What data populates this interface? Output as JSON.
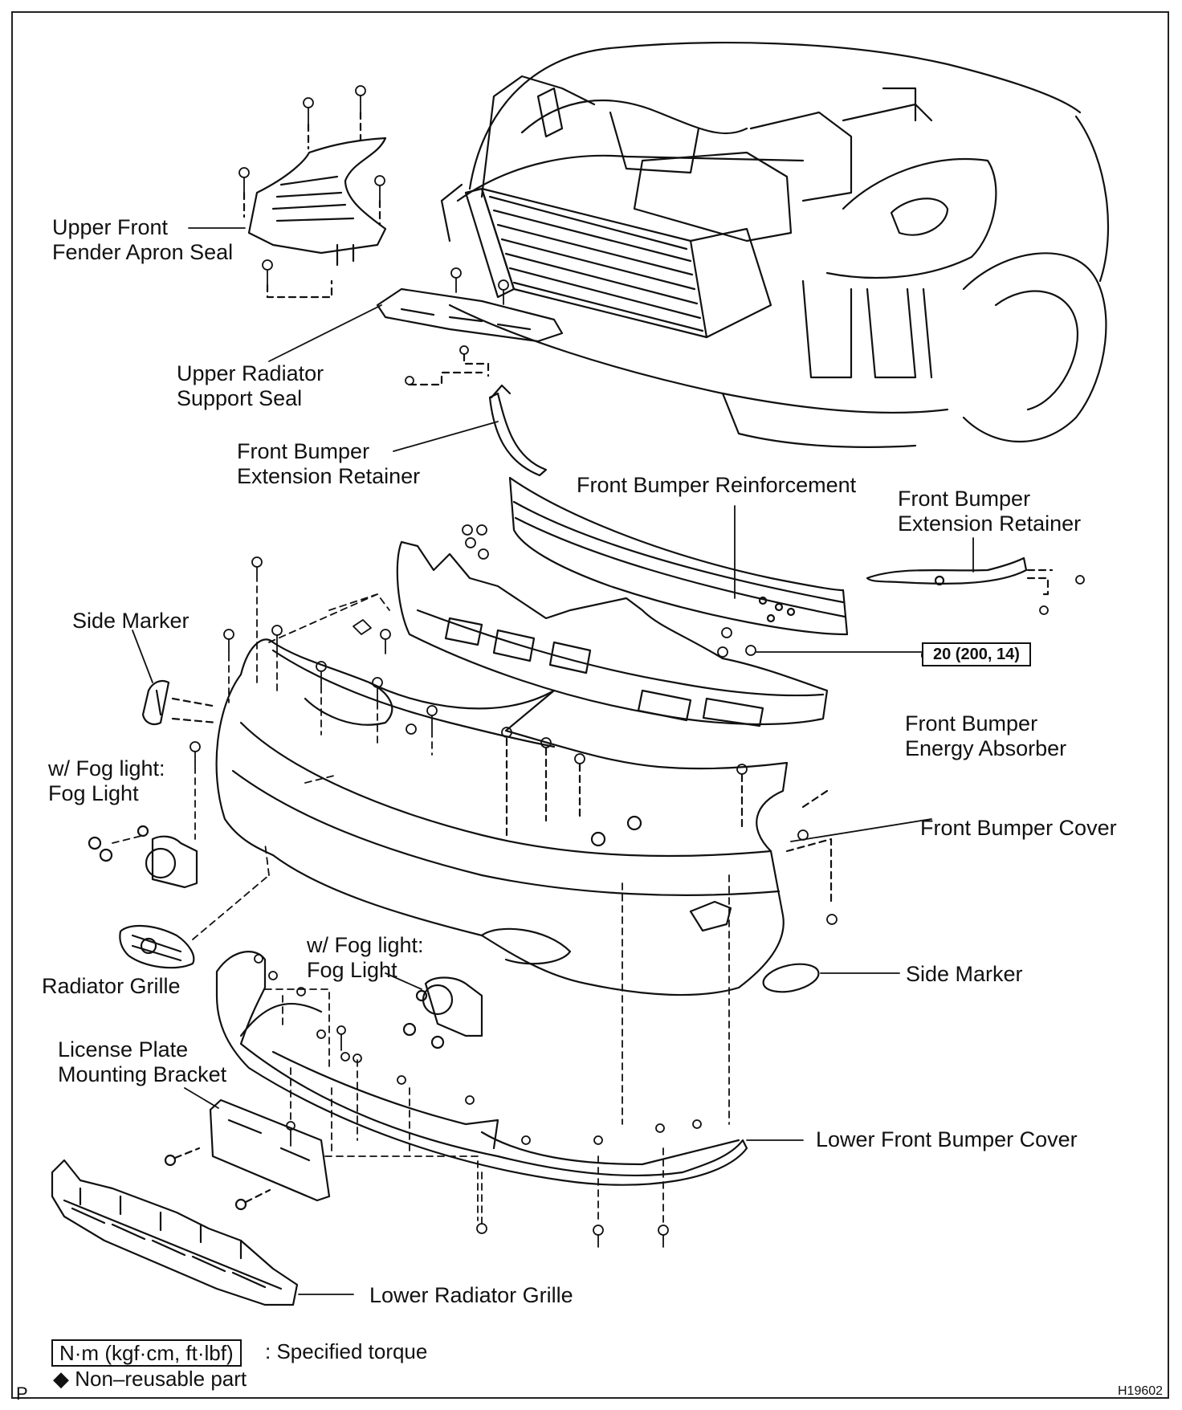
{
  "labels": {
    "upper_front_fender_apron_seal": [
      "Upper Front",
      "Fender Apron Seal"
    ],
    "upper_radiator_support_seal": [
      "Upper Radiator",
      "Support Seal"
    ],
    "front_bumper_extension_retainer_left": [
      "Front Bumper",
      "Extension Retainer"
    ],
    "front_bumper_reinforcement": "Front Bumper Reinforcement",
    "front_bumper_extension_retainer_right": [
      "Front Bumper",
      "Extension Retainer"
    ],
    "side_marker_left": "Side Marker",
    "fog_light_left": [
      "w/ Fog light:",
      "Fog Light"
    ],
    "front_bumper_energy_absorber": [
      "Front Bumper",
      "Energy Absorber"
    ],
    "front_bumper_cover": "Front Bumper Cover",
    "radiator_grille": "Radiator Grille",
    "fog_light_center": [
      "w/ Fog light:",
      "Fog Light"
    ],
    "side_marker_right": "Side Marker",
    "license_plate_mounting_bracket": [
      "License Plate",
      "Mounting Bracket"
    ],
    "lower_front_bumper_cover": "Lower Front Bumper Cover",
    "lower_radiator_grille": "Lower Radiator Grille"
  },
  "torque_spec": "20 (200, 14)",
  "legend": {
    "unit_box": "N·m (kgf·cm, ft·lbf)",
    "unit_desc": ": Specified torque",
    "nonreusable_symbol": "◆",
    "nonreusable_desc": "Non–reusable part"
  },
  "corner_letter": "P",
  "figure_code": "H19602"
}
